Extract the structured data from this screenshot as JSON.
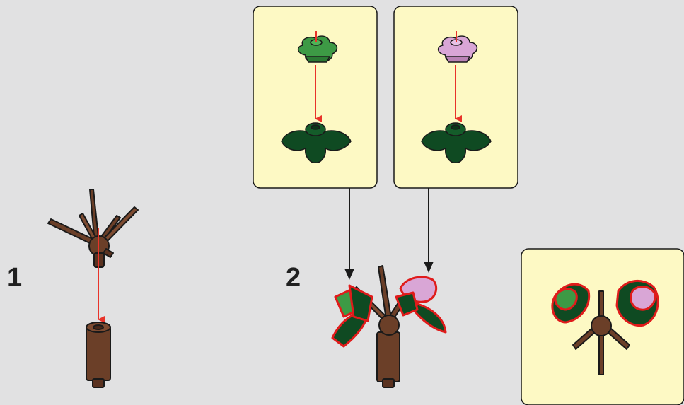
{
  "steps": [
    {
      "number": "1"
    },
    {
      "number": "2"
    }
  ],
  "panels": [
    {
      "id": "subassembly-green",
      "flower_color": "#3d9a45"
    },
    {
      "id": "subassembly-pink",
      "flower_color": "#d9a6d6"
    },
    {
      "id": "result-preview"
    }
  ],
  "colors": {
    "background": "#e1e1e2",
    "callout_fill": "#fdf9c4",
    "brown": "#6b3f28",
    "dark_green": "#0f4a22",
    "green": "#3d9a45",
    "pink": "#d9a6d6",
    "arrow_red": "#e8332a",
    "highlight_red": "#e01b1b"
  }
}
